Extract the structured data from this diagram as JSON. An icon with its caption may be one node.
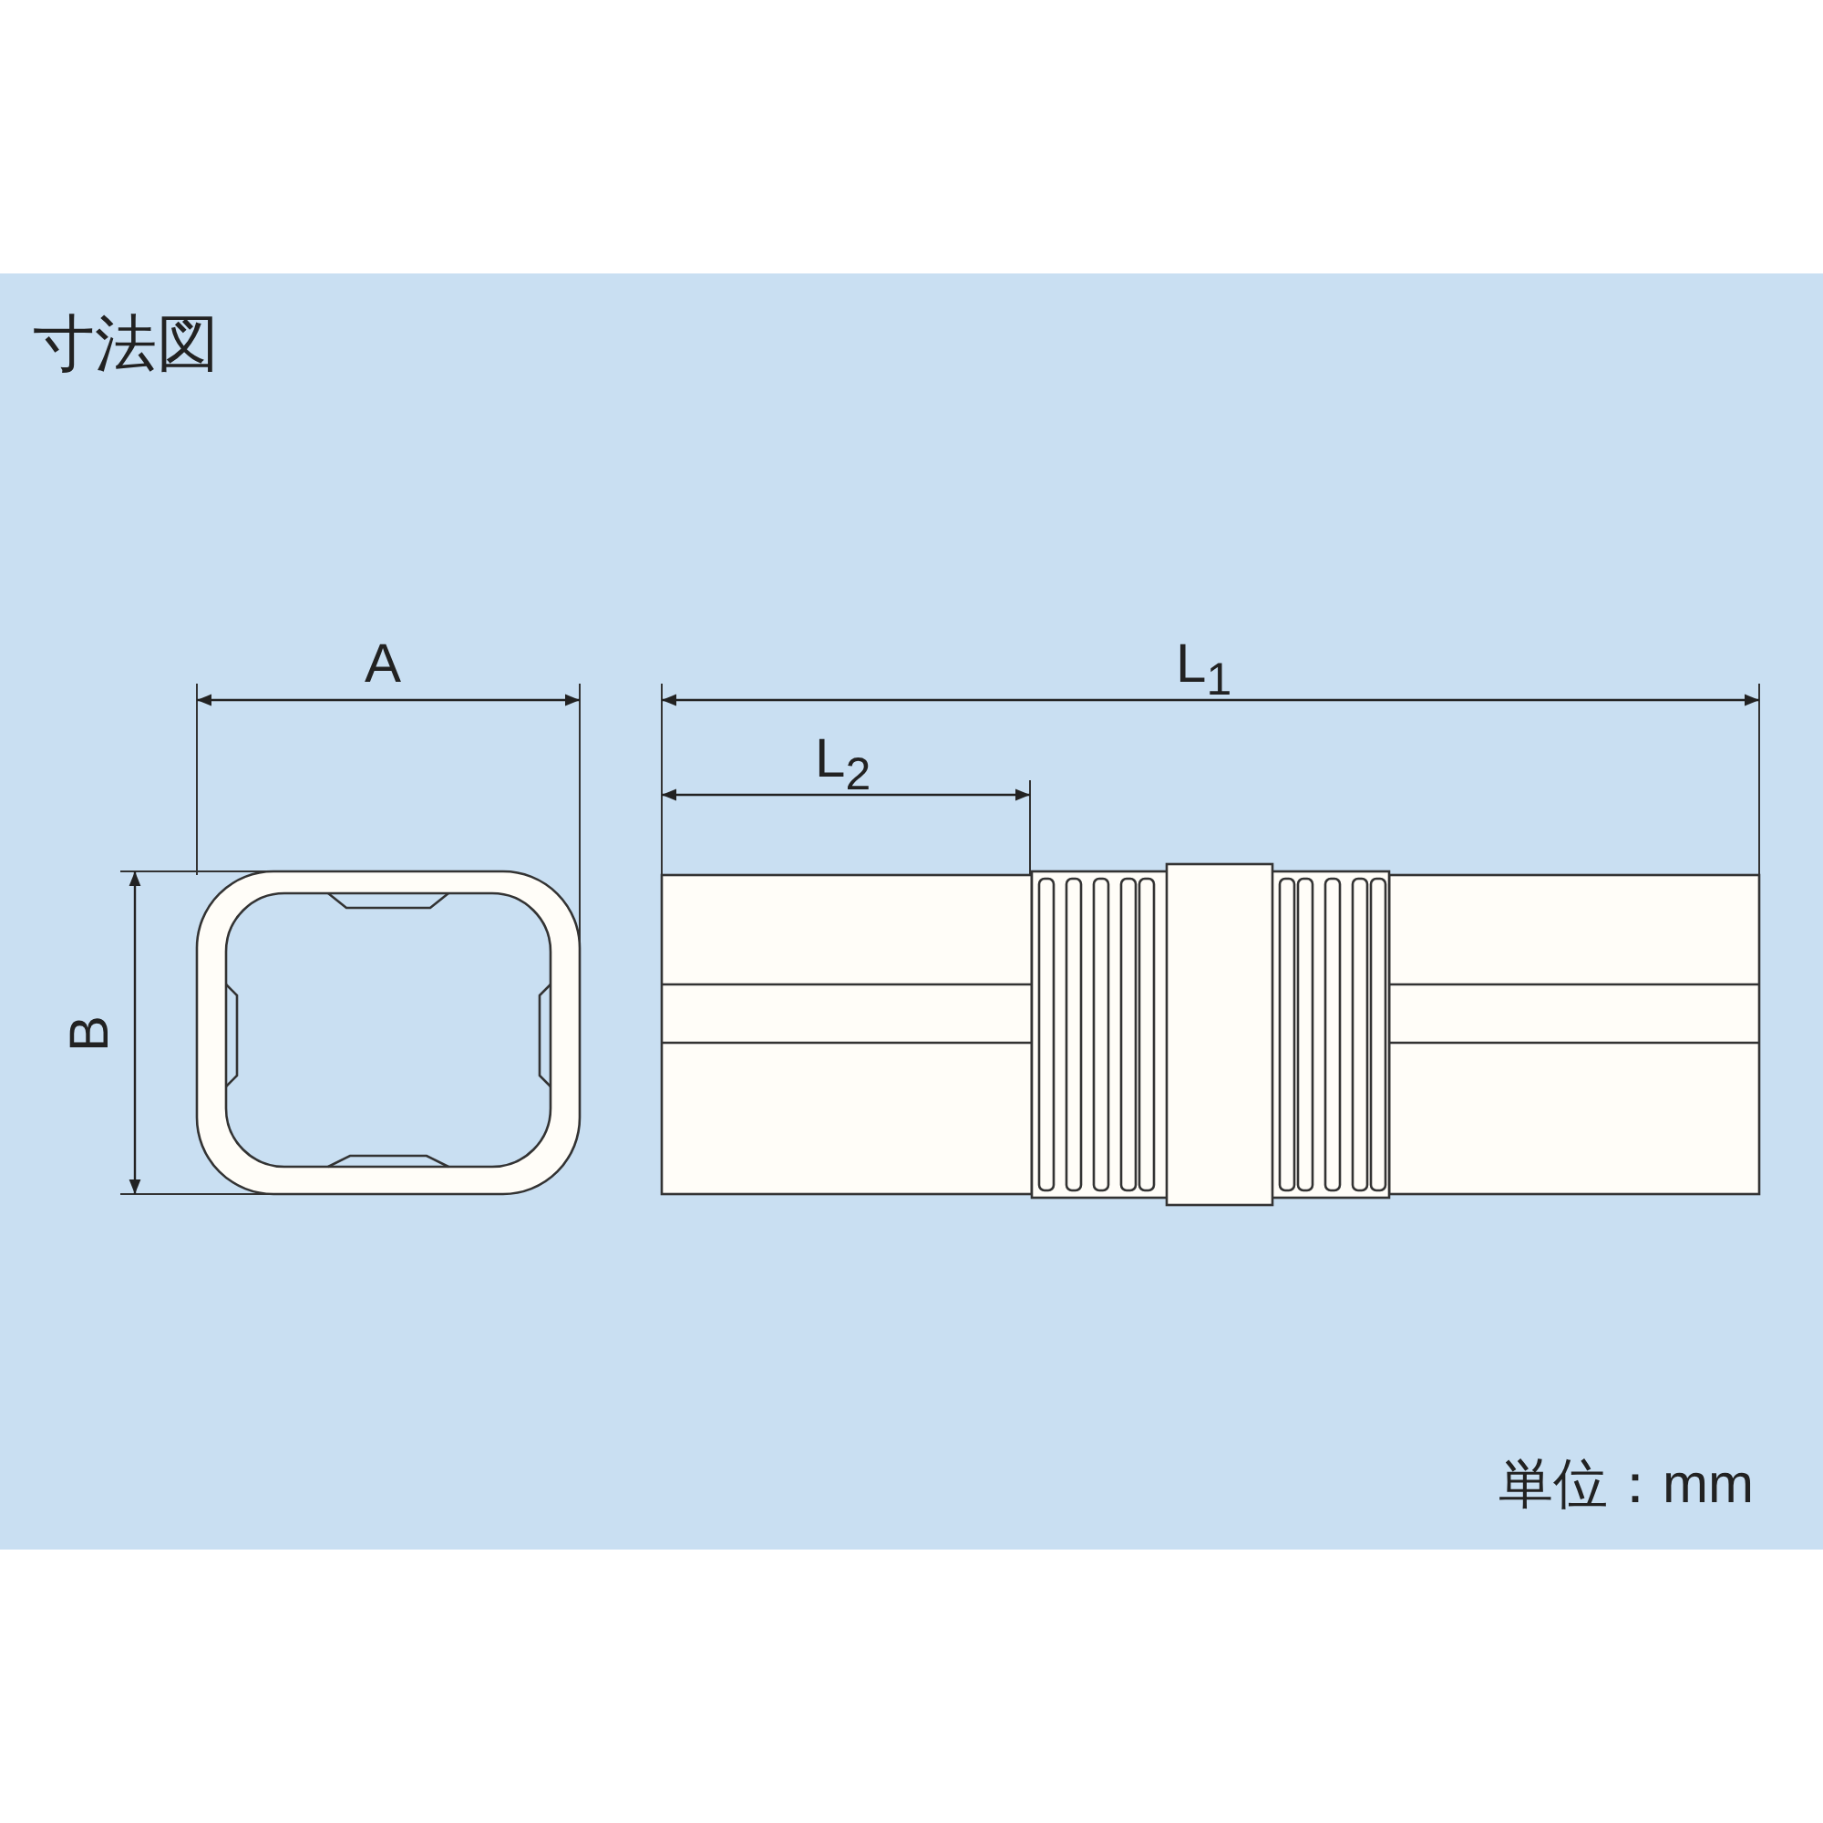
{
  "diagram": {
    "title": "寸法図",
    "labels": [
      "A",
      "L$_{1}$",
      "L$_{2}$",
      "B",
      "単位：mm"
    ]
  }
}
